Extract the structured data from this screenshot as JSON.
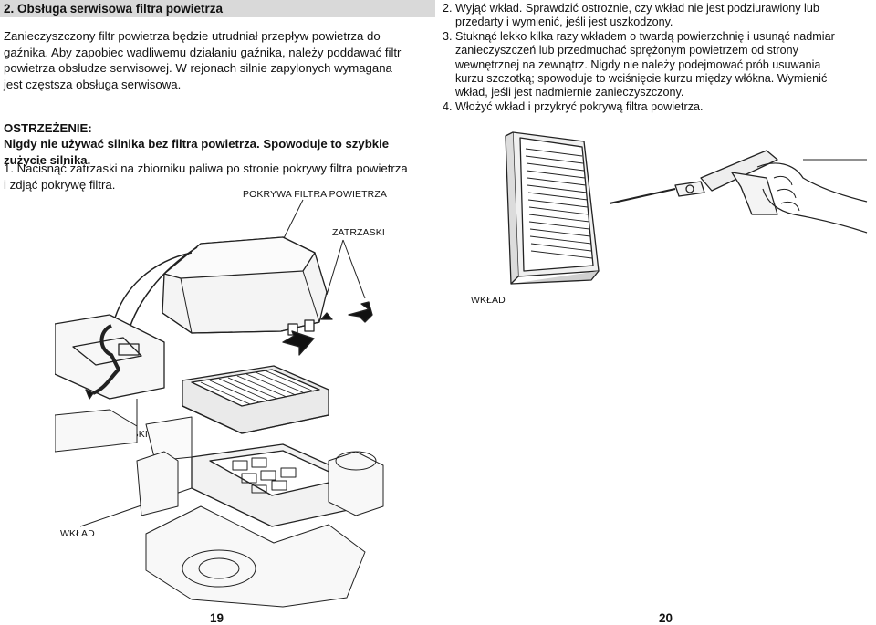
{
  "left": {
    "section_title": "2. Obsługa serwisowa filtra powietrza",
    "intro": [
      "Zanieczyszczony filtr powietrza będzie utrudniał przepływ powietrza do",
      "gaźnika. Aby zapobiec wadliwemu działaniu gaźnika, należy poddawać filtr",
      "powietrza obsłudze serwisowej. W rejonach silnie zapylonych wymagana",
      "jest częstsza obsługa serwisowa."
    ],
    "warning_title": "OSTRZEŻENIE:",
    "warning_body": [
      "Nigdy nie używać silnika bez filtra powietrza. Spowoduje to szybkie",
      "zużycie silnika."
    ],
    "step1": [
      "1. Nacisnąć zatrzaski na zbiorniku paliwa po stronie pokrywy filtra powietrza",
      "i zdjąć pokrywę filtra."
    ],
    "labels": {
      "cover": "POKRYWA FILTRA POWIETRZA",
      "latches_top": "ZATRZASKI",
      "latches_left": "ZATRZASKI",
      "element_bottom": "WKŁAD"
    },
    "page_number": "19"
  },
  "right": {
    "steps": [
      "2. Wyjąć wkład. Sprawdzić ostrożnie, czy wkład nie jest podziurawiony lub",
      "przedarty i wymienić, jeśli jest uszkodzony.",
      "3. Stuknąć lekko kilka razy wkładem o twardą powierzchnię i usunąć nadmiar",
      "zanieczyszczeń lub przedmuchać sprężonym powietrzem od strony",
      "wewnętrznej na zewnątrz. Nigdy nie należy podejmować prób usuwania",
      "kurzu szczotką; spowoduje to wciśnięcie kurzu między włókna. Wymienić",
      "wkład, jeśli jest nadmiernie zanieczyszczony.",
      "4. Włożyć wkład i przykryć pokrywą filtra powietrza."
    ],
    "labels": {
      "element": "WKŁAD"
    },
    "page_number": "20"
  }
}
